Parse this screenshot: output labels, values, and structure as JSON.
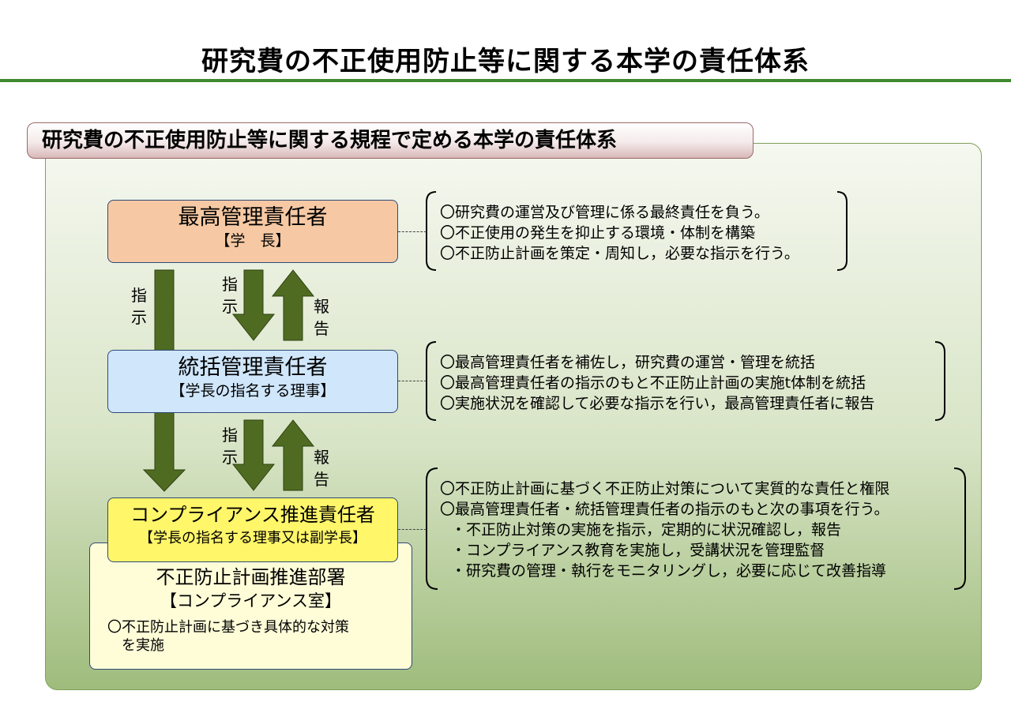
{
  "page": {
    "title": "研究費の不正使用防止等に関する本学の責任体系",
    "section_title": "研究費の不正使用防止等に関する規程で定める本学の責任体系"
  },
  "boxes": {
    "top": {
      "title": "最高管理責任者",
      "sub": "【学　長】"
    },
    "mid": {
      "title": "統括管理責任者",
      "sub": "【学長の指名する理事】"
    },
    "compliance": {
      "title": "コンプライアンス推進責任者",
      "sub": "【学長の指名する理事又は副学長】"
    },
    "office": {
      "title": "不正防止計画推進部署",
      "sub": "【コンプライアンス室】",
      "note_line1": "〇不正防止計画に基づき具体的な対策",
      "note_line2": "を実施"
    }
  },
  "arrows": {
    "instruct": "指示",
    "report": "報告"
  },
  "descriptions": {
    "top": [
      "〇研究費の運営及び管理に係る最終責任を負う。",
      "〇不正使用の発生を抑止する環境・体制を構築",
      "〇不正防止計画を策定・周知し，必要な指示を行う。"
    ],
    "mid": [
      "〇最高管理責任者を補佐し，研究費の運営・管理を統括",
      "〇最高管理責任者の指示のもと不正防止計画の実施t体制を統括",
      "〇実施状況を確認して必要な指示を行い，最高管理責任者に報告"
    ],
    "compliance": [
      "〇不正防止計画に基づく不正防止対策について実質的な責任と権限",
      "〇最高管理責任者・統括管理責任者の指示のもと次の事項を行う。",
      "・不正防止対策の実施を指示，定期的に状況確認し，報告",
      "・コンプライアンス教育を実施し，受講状況を管理監督",
      "・研究費の管理・執行をモニタリングし，必要に応じて改善指導"
    ]
  },
  "colors": {
    "title_rule": "#3f8a2f",
    "arrow_fill": "#4f6b22",
    "top_box": "#f6c9a4",
    "mid_box": "#cfe6fb",
    "compliance_box": "#fff66a",
    "office_box": "#fffdd8"
  }
}
